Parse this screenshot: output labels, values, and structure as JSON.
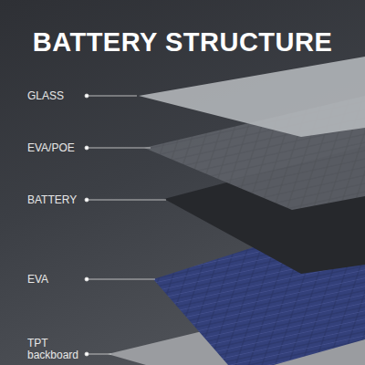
{
  "diagram": {
    "title": "BATTERY STRUCTURE",
    "labels": [
      "GLASS",
      "EVA/POE",
      "BATTERY",
      "EVA",
      "TPT backboard"
    ]
  }
}
